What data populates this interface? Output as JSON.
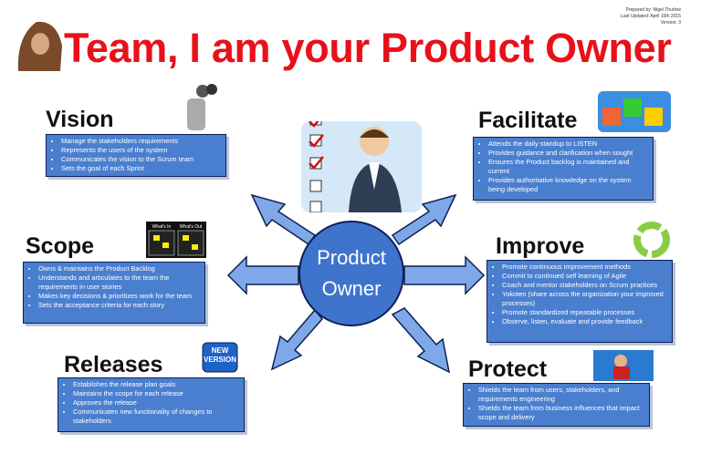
{
  "title": "Team, I am your Product Owner",
  "meta": {
    "prepared": "Prepared by: Nigel Thurlow",
    "updated": "Last Updated: April 10th 2015",
    "version": "Version: 3"
  },
  "center": {
    "line1": "Product",
    "line2": "Owner"
  },
  "colors": {
    "title": "#e8111a",
    "box": "#4a7fcf",
    "border": "#0d1f55",
    "arrow": "#7fa8e8"
  },
  "sections": {
    "vision": {
      "heading": "Vision",
      "items": [
        "Manage the stakeholders requirements",
        "Represents the users of the system",
        "Communicates the vision to the Scrum team",
        "Sets the goal of each Sprint"
      ]
    },
    "facilitate": {
      "heading": "Facilitate",
      "items": [
        "Attends the daily standup to LISTEN",
        "Provides guidance and clarification when sought",
        "Ensures the Product backlog is maintained and current",
        "Provides authoritative knowledge on the system being developed"
      ]
    },
    "scope": {
      "heading": "Scope",
      "items": [
        "Owns & maintains the Product Backlog",
        "Understands and articulates to the team the requirements in user stories",
        "Makes key decisions & prioritizes work for the team",
        "Sets the acceptance criteria for each story"
      ]
    },
    "improve": {
      "heading": "Improve",
      "items": [
        "Promote continuous improvement methods",
        "Commit to continued self learning of Agile",
        "Coach and mentor stakeholders on Scrum practices",
        "Yokoten (share across the organization your improved processes)",
        "Promote standardized repeatable processes",
        "Observe, listen, evaluate and provide feedback"
      ]
    },
    "releases": {
      "heading": "Releases",
      "items": [
        "Establishes the release plan goals",
        "Maintains the scope for each release",
        "Approves the release",
        "Communicates new functionality of changes to stakeholders"
      ]
    },
    "protect": {
      "heading": "Protect",
      "items": [
        "Shields the team from users, stakeholders, and requirements engineering",
        "Shields the team from business influences that impact scope and delivery"
      ]
    }
  },
  "badges": {
    "new_version": "NEW VERSION",
    "what_is": "What's In",
    "what_out": "What's Out"
  }
}
